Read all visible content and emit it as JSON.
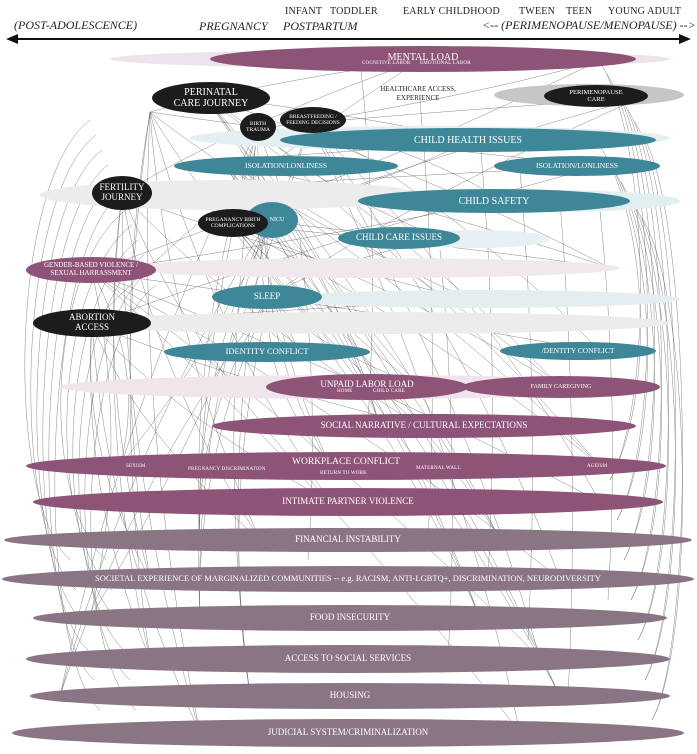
{
  "colors": {
    "purple": "#8e5478",
    "purple_dark": "#7a4868",
    "teal": "#3e8798",
    "black": "#1c1c1c",
    "gray_purple": "#8a7585",
    "line": "#555555"
  },
  "timeline": {
    "left_label": "(POST-ADOLESCENCE)",
    "right_label": "<-- (PERIMENOPAUSE/MENOPAUSE) -->",
    "stages": [
      "PREGNANCY",
      "INFANT",
      "POSTPARTUM",
      "TODDLER",
      "EARLY CHILDHOOD",
      "TWEEN",
      "TEEN",
      "YOUNG ADULT"
    ]
  },
  "nodes": {
    "mental_load": {
      "title": "MENTAL LOAD",
      "subs": [
        "COGNITIVE LABOR",
        "EMOTIONAL LABOR"
      ]
    },
    "healthcare_access": {
      "title": "HEALTHCARE ACCESS, EXPERIENCE"
    },
    "perimenopause_care": {
      "title": "PERIMENOPAUSE CARE"
    },
    "perinatal_care": {
      "title": "PERINATAL CARE JOURNEY"
    },
    "birth_trauma": {
      "title": "BIRTH TRAUMA"
    },
    "breastfeeding": {
      "title": "BREASTFEEDING / FEEDING DECISIONS"
    },
    "child_health": {
      "title": "CHILD HEALTH ISSUES"
    },
    "isolation_left": {
      "title": "ISOLATION/LONLINESS"
    },
    "isolation_right": {
      "title": "ISOLATION/LONLINESS"
    },
    "fertility": {
      "title": "FERTILITY JOURNEY"
    },
    "pregnancy_birth_comp": {
      "title": "PREGANANCY BIRTH COMPLICATIONS"
    },
    "nicu": {
      "title": "NICU"
    },
    "child_safety": {
      "title": "CHILD SAFETY"
    },
    "child_care": {
      "title": "CHILD CARE ISSUES"
    },
    "gbv": {
      "title": "GENDER-BASED VIOLENCE / SEXUAL HARRASSMENT"
    },
    "sleep": {
      "title": "SLEEP"
    },
    "abortion": {
      "title": "ABORTION ACCESS"
    },
    "identity_left": {
      "title": "IDENTITY CONFLICT"
    },
    "identity_right": {
      "title": "/DENTITY CONFLICT"
    },
    "unpaid_labor": {
      "title": "UNPAID LABOR LOAD",
      "subs": [
        "HOME",
        "CHILD CARE"
      ]
    },
    "family_caregiving": {
      "title": "FAMILY CAREGIVING"
    },
    "social_narrative": {
      "title": "SOCIAL NARRATIVE / CULTURAL EXPECTATIONS"
    },
    "workplace": {
      "title": "WORKPLACE CONFLICT",
      "subs": [
        "SEXISM",
        "PREGNANCY DISCRIMINATION",
        "RETURN TO WORK",
        "MATERNAL WALL",
        "AGEISM"
      ]
    },
    "ipv": {
      "title": "INTIMATE PARTNER VIOLENCE"
    },
    "financial": {
      "title": "FINANCIAL INSTABILITY"
    },
    "societal": {
      "title": "SOCIETAL EXPERIENCE OF MARGINALIZED COMMUNITIES -- e.g. RACISM, ANTI-LGBTQ+, DISCRIMINATION, NEURODIVERSITY"
    },
    "food": {
      "title": "FOOD INSECURITY"
    },
    "social_services": {
      "title": "ACCESS TO SOCIAL SERVICES"
    },
    "housing": {
      "title": "HOUSING"
    },
    "judicial": {
      "title": "JUDICIAL SYSTEM/CRIMINALIZATION"
    }
  }
}
